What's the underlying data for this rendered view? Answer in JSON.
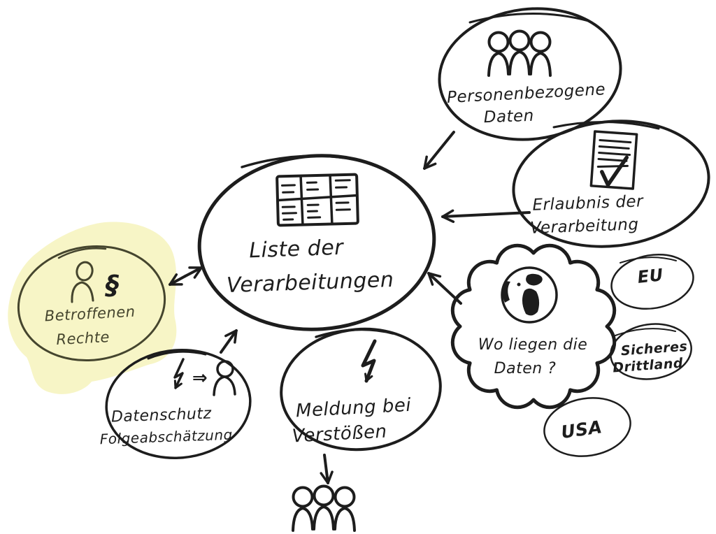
{
  "colors": {
    "background": "#ffffff",
    "ink": "#1d1d1d",
    "highlight": "#f7f5c6",
    "olive_ink": "#45452e"
  },
  "nodes": {
    "personal_data": {
      "label_line1": "Personenbezogene",
      "label_line2": "Daten"
    },
    "permission": {
      "label_line1": "Erlaubnis der",
      "label_line2": "Verarbeitung"
    },
    "processing_list": {
      "label_line1": "Liste der",
      "label_line2": "Verarbeitungen"
    },
    "data_location": {
      "label_line1": "Wo liegen die",
      "label_line2": "Daten ?"
    },
    "eu": {
      "label": "EU"
    },
    "safe_third_country": {
      "label_line1": "Sicheres",
      "label_line2": "Drittland"
    },
    "usa": {
      "label": "USA"
    },
    "data_subject_rights": {
      "label_line1": "Betroffenen",
      "label_line2": "Rechte",
      "paragraph_glyph": "§"
    },
    "dpia": {
      "label_line1": "Datenschutz",
      "label_line2": "Folgeabschätzung",
      "implies_glyph": "⇒"
    },
    "breach_notification": {
      "label_line1": "Meldung bei",
      "label_line2": "Verstößen"
    }
  }
}
